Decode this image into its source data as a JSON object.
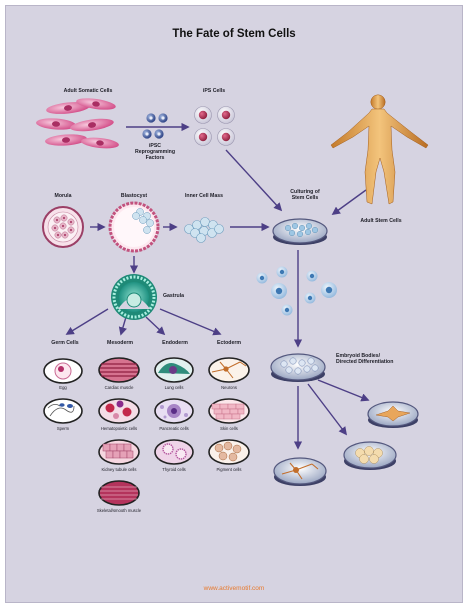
{
  "title": "The Fate of Stem Cells",
  "labels": {
    "adult_somatic": "Adult Somatic Cells",
    "ipsc_factors": [
      "iPSC",
      "Reprogramming",
      "Factors"
    ],
    "ips_cells": "iPS Cells",
    "morula": "Morula",
    "blastocyst": "Blastocyst",
    "inner_cell_mass": "Inner Cell Mass",
    "culturing": [
      "Culturing of",
      "Stem Cells"
    ],
    "adult_stem_cells": "Adult Stem Cells",
    "gastrula": "Gastrula",
    "embryoid": [
      "Embryoid Bodies/",
      "Directed Differentiation"
    ]
  },
  "germ_layers": [
    {
      "name": "Germ Cells",
      "cells": [
        "Egg",
        "Sperm"
      ]
    },
    {
      "name": "Mesoderm",
      "cells": [
        "Cardiac muscle",
        "Hematopoietic cells",
        "Kidney tubule cells",
        "Skeletal/smooth muscle"
      ]
    },
    {
      "name": "Endoderm",
      "cells": [
        "Lung cells",
        "Pancreatic cells",
        "Thyroid cells"
      ]
    },
    {
      "name": "Ectoderm",
      "cells": [
        "Neurons",
        "Skin cells",
        "Pigment cells"
      ]
    }
  ],
  "footer": "www.activemotif.com",
  "colors": {
    "panel": "#d6d3e1",
    "arrow": "#4d3f86",
    "accent": "#e87a2e"
  }
}
